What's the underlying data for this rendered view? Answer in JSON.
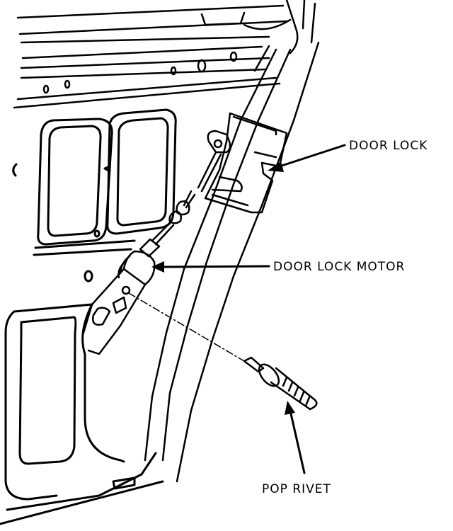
{
  "labels": {
    "door_lock": "DOOR LOCK",
    "door_lock_motor": "DOOR LOCK MOTOR",
    "pop_rivet": "POP RIVET"
  },
  "colors": {
    "ink": "#000000",
    "paper": "#ffffff"
  }
}
